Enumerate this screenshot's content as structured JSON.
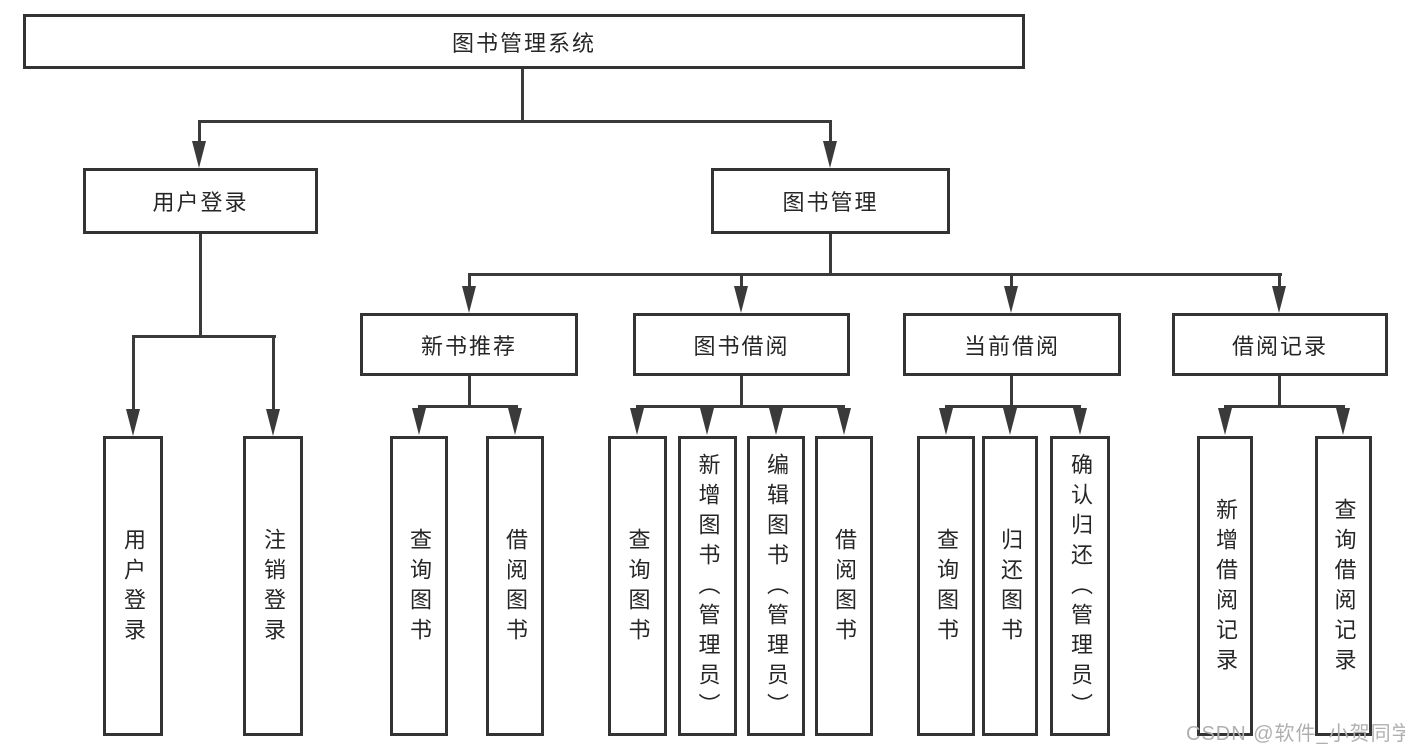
{
  "diagram": {
    "root": {
      "label": "图书管理系统"
    },
    "level2": {
      "user_login": {
        "label": "用户登录",
        "children": [
          {
            "label": "用户登录"
          },
          {
            "label": "注销登录"
          }
        ]
      },
      "book_management": {
        "label": "图书管理",
        "groups": [
          {
            "label": "新书推荐",
            "children": [
              {
                "label": "查询图书"
              },
              {
                "label": "借阅图书"
              }
            ]
          },
          {
            "label": "图书借阅",
            "children": [
              {
                "label": "查询图书"
              },
              {
                "label": "新增图书（管理员）"
              },
              {
                "label": "编辑图书（管理员）"
              },
              {
                "label": "借阅图书"
              }
            ]
          },
          {
            "label": "当前借阅",
            "children": [
              {
                "label": "查询图书"
              },
              {
                "label": "归还图书"
              },
              {
                "label": "确认归还（管理员）"
              }
            ]
          },
          {
            "label": "借阅记录",
            "children": [
              {
                "label": "新增借阅记录"
              },
              {
                "label": "查询借阅记录"
              }
            ]
          }
        ]
      }
    }
  },
  "watermark": {
    "text": "CSDN @软件_小贺同学"
  },
  "colors": {
    "line": "#3a3a3a",
    "box_border": "#333333",
    "text": "#262626",
    "watermark": "#b0b0b0",
    "background": "#ffffff"
  }
}
